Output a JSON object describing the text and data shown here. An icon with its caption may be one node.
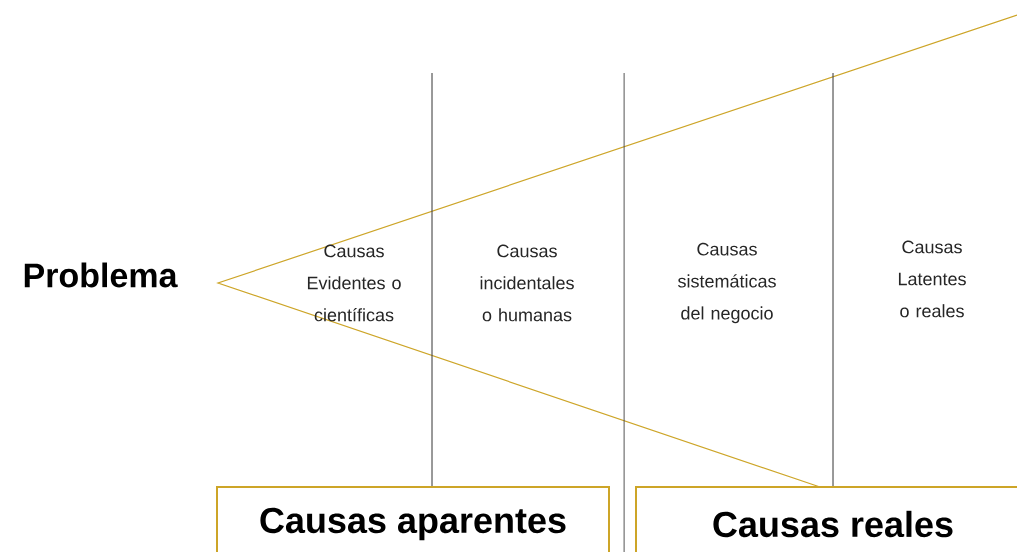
{
  "diagram": {
    "nodes": [
      {
        "text": [
          "Problema"
        ]
      },
      {
        "text": [
          "Causas aparentes"
        ]
      },
      {
        "text": [
          "Causas reales"
        ]
      }
    ],
    "labels": [
      "Causas Evidentes o científicas",
      "Causas incidentales o humanas",
      "Causas sistemáticas del negocio",
      "Causas Latentes o reales"
    ]
  }
}
